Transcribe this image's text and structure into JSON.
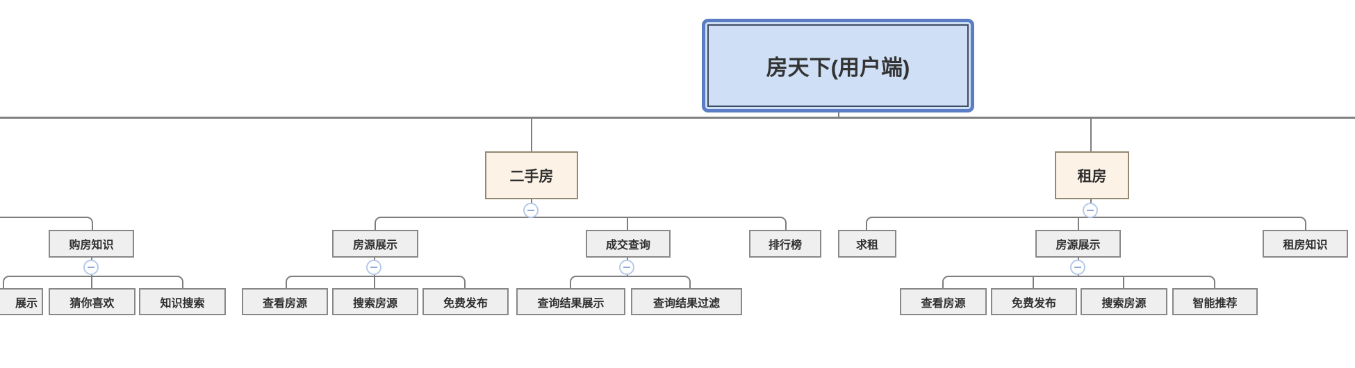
{
  "app": {
    "type": "mindmap-tree",
    "colors": {
      "root_fill": "#cfe0f6",
      "root_border_outer": "#5b7dc4",
      "root_border_inner": "#3c4c63",
      "level2_fill": "#fcf2e6",
      "level2_border": "#938973",
      "topic_fill": "#efefef",
      "topic_border": "#888888",
      "connector": "#7d7d7d",
      "collapse_icon_ring": "#b5c9e9",
      "collapse_icon_minus": "#8fa9d6",
      "text": "#2f2f2f"
    }
  },
  "mindmap": {
    "root": "房天下(用户端)",
    "branches": [
      {
        "label": "",
        "children": [
          {
            "label": "购房知识",
            "children": [
              "展示",
              "猜你喜欢",
              "知识搜索"
            ]
          }
        ]
      },
      {
        "label": "二手房",
        "children": [
          {
            "label": "房源展示",
            "children": [
              "查看房源",
              "搜索房源",
              "免费发布"
            ]
          },
          {
            "label": "成交查询",
            "children": [
              "查询结果展示",
              "查询结果过滤"
            ]
          },
          {
            "label": "排行榜"
          }
        ]
      },
      {
        "label": "租房",
        "children": [
          {
            "label": "求租"
          },
          {
            "label": "房源展示",
            "children": [
              "查看房源",
              "免费发布",
              "搜索房源",
              "智能推荐"
            ]
          },
          {
            "label": "租房知识"
          }
        ]
      }
    ]
  }
}
